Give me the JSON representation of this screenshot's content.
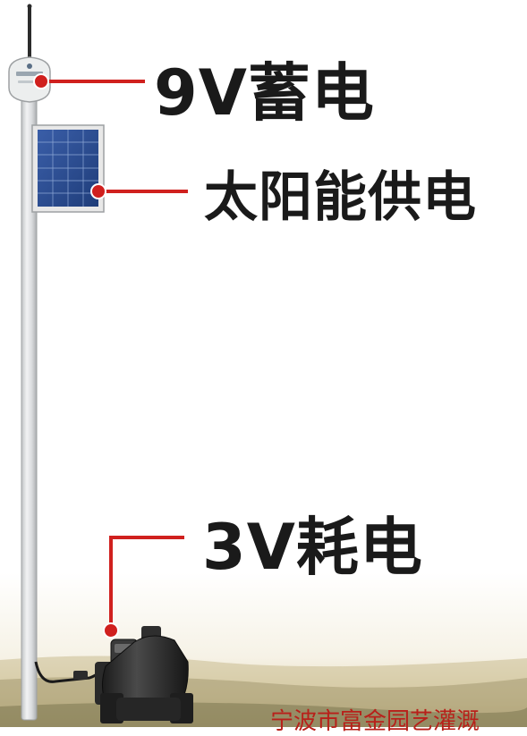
{
  "labels": {
    "battery": "9V蓄电",
    "solar": "太阳能供电",
    "consumption": "3V耗电"
  },
  "footer": {
    "company_text": "宁波市富金园艺灌溉"
  },
  "colors": {
    "callout_line": "#d0201e",
    "callout_dot": "#d0201e",
    "label_text": "#1a1a1a",
    "footer_text": "#b8201a"
  }
}
